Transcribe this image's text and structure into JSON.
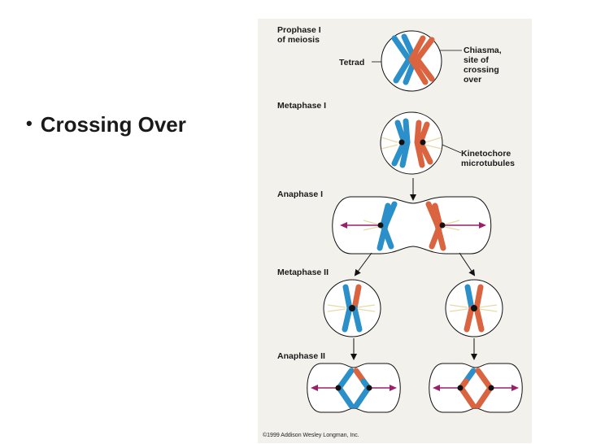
{
  "slide": {
    "bullet": "•",
    "title": "Crossing Over"
  },
  "figure": {
    "stage_labels": {
      "prophase1_line1": "Prophase I",
      "prophase1_line2": "of meiosis",
      "metaphase1": "Metaphase I",
      "anaphase1": "Anaphase I",
      "metaphase2": "Metaphase II",
      "anaphase2": "Anaphase II"
    },
    "annotations": {
      "tetrad": "Tetrad",
      "chiasma_line1": "Chiasma,",
      "chiasma_line2": "site of",
      "chiasma_line3": "crossing",
      "chiasma_line4": "over",
      "kinetochore_line1": "Kinetochore",
      "kinetochore_line2": "microtubules"
    },
    "copyright": "©1999 Addison Wesley Longman, Inc.",
    "colors": {
      "background": "#f3f1ec",
      "blue_chromosome": "#2b8fc9",
      "red_chromosome": "#d9643f",
      "spindle_arrow": "#9c1f6b",
      "microtubule": "#e9d9a8",
      "kinetochore": "#111111"
    }
  }
}
